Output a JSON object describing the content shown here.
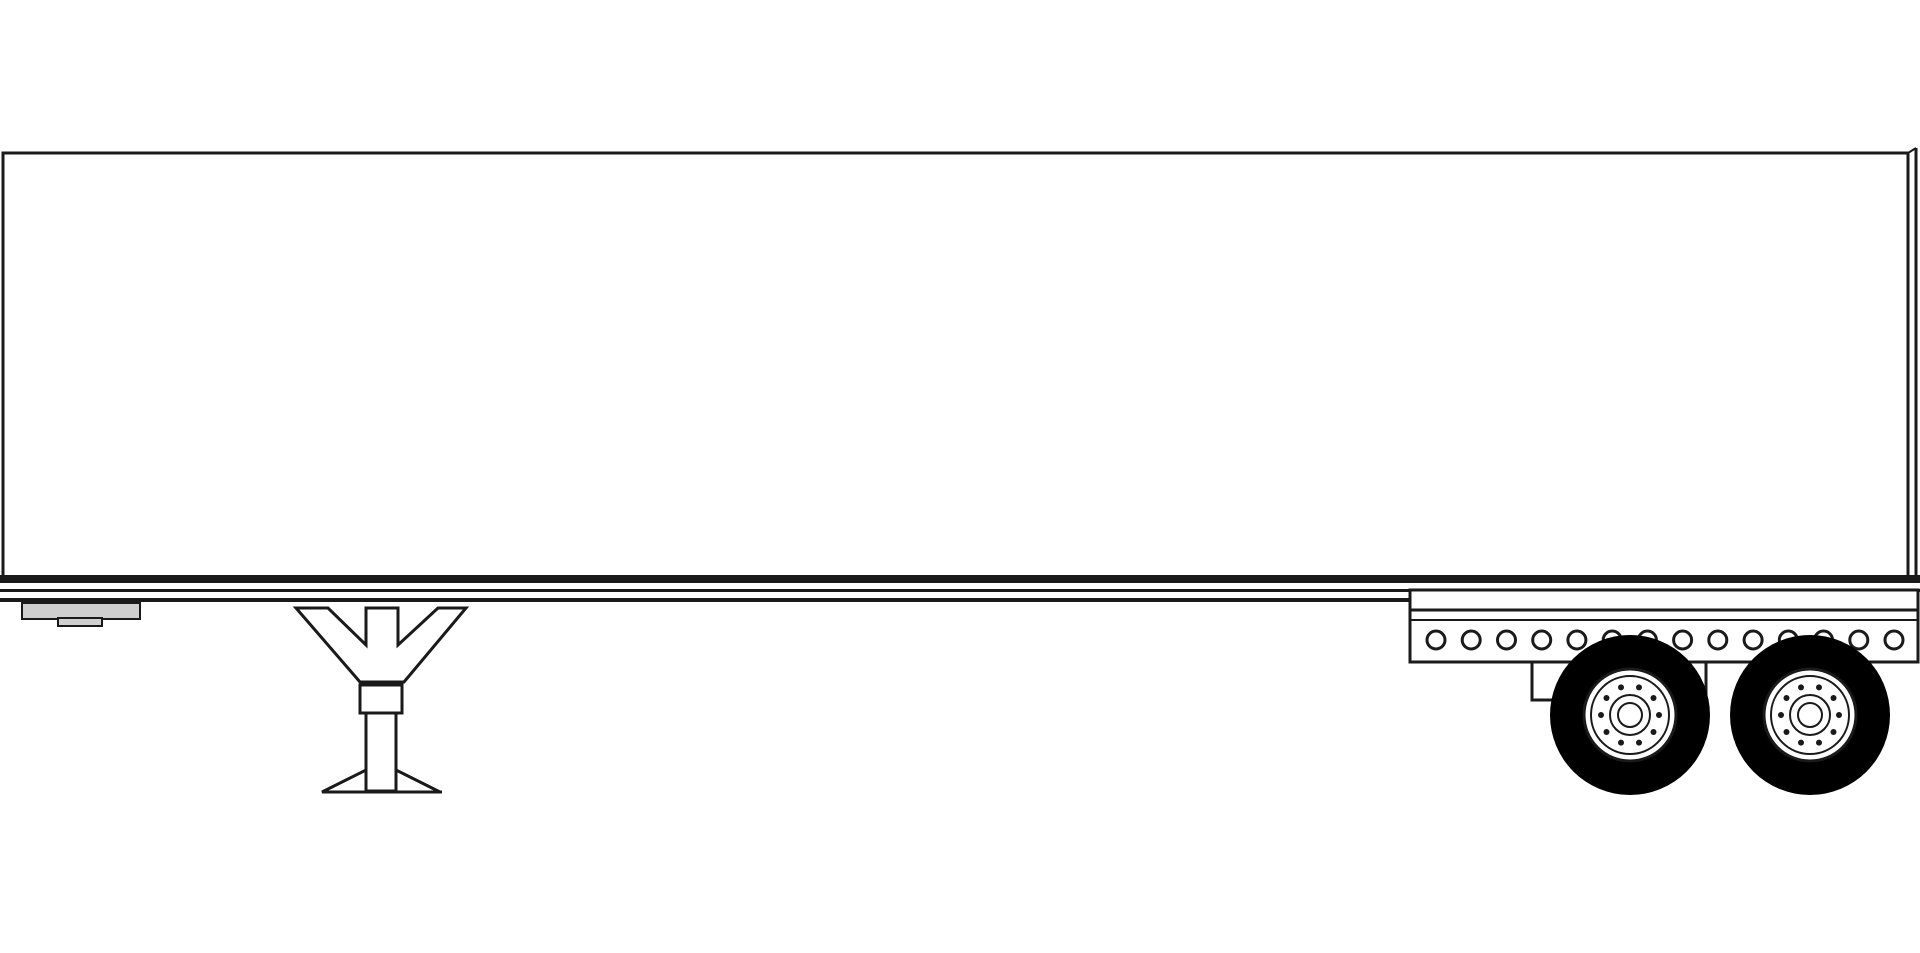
{
  "illustration": {
    "subject": "semi-trailer-side-view",
    "colors": {
      "background": "#ffffff",
      "stroke": "#1a1a1a",
      "fill_light": "#ffffff",
      "tire": "#000000",
      "frame_gray": "#cfcfcf"
    },
    "axle_count": 2,
    "bogie_hole_count": 14,
    "hub_bolt_count": 10
  }
}
